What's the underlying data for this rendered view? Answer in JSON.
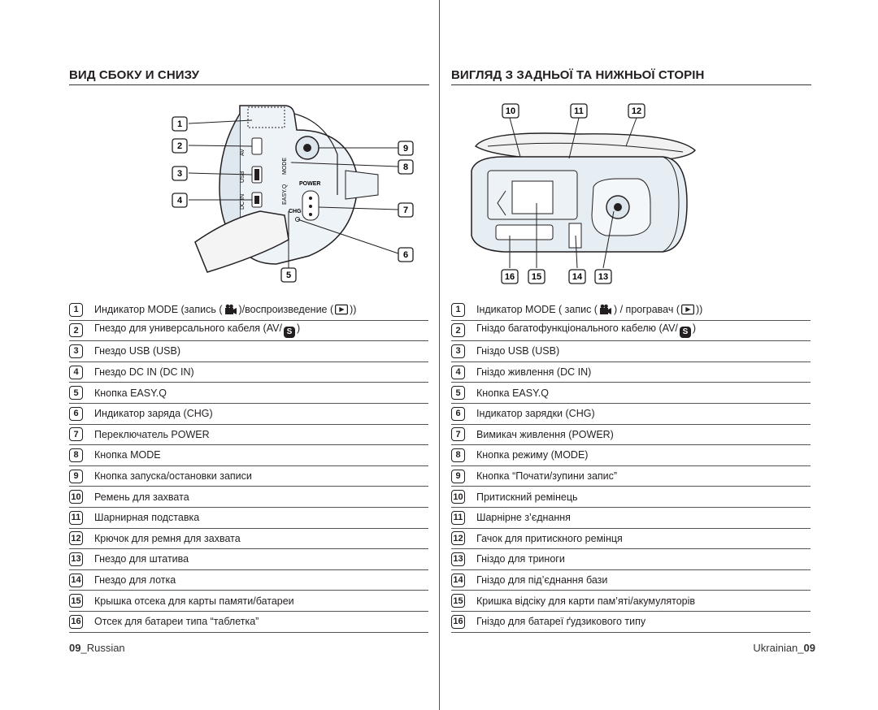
{
  "left": {
    "heading": "ВИД СБОКУ И СНИЗУ",
    "items": [
      {
        "n": "1",
        "pre": "Индикатор MODE  (запись (",
        "post": ")/воспроизведение (",
        "tail": "))"
      },
      {
        "n": "2",
        "pre": "Гнездо для универсального кабеля (AV/",
        "post": ")"
      },
      {
        "n": "3",
        "text": "Гнездо USB (USB)"
      },
      {
        "n": "4",
        "text": "Гнездо DC IN (DC IN)"
      },
      {
        "n": "5",
        "text": "Кнопка EASY.Q"
      },
      {
        "n": "6",
        "text": "Индикатор заряда (CHG)"
      },
      {
        "n": "7",
        "text": "Переключатель POWER"
      },
      {
        "n": "8",
        "text": "Кнопка MODE"
      },
      {
        "n": "9",
        "text": "Кнопка запуска/остановки записи"
      },
      {
        "n": "10",
        "text": "Ремень для захвата"
      },
      {
        "n": "11",
        "text": "Шарнирная подставка"
      },
      {
        "n": "12",
        "text": "Крючок для ремня для захвата"
      },
      {
        "n": "13",
        "text": "Гнездо для штатива"
      },
      {
        "n": "14",
        "text": "Гнездо для лотка"
      },
      {
        "n": "15",
        "text": "Крышка отсека для карты памяти/батареи"
      },
      {
        "n": "16",
        "text": "Отсек для батареи типа “таблетка”"
      }
    ],
    "footer_num": "09",
    "footer_lang": "_Russian"
  },
  "right": {
    "heading": "ВИГЛЯД З ЗАДНЬОЇ ТА НИЖНЬОЇ СТОРІН",
    "items": [
      {
        "n": "1",
        "pre": "Індикатор MODE ( запис (",
        "post": ") / програвач (",
        "tail": "))"
      },
      {
        "n": "2",
        "pre": "Гніздо багатофункціонального кабелю (AV/",
        "post": ")"
      },
      {
        "n": "3",
        "text": "Гніздо USB (USB)"
      },
      {
        "n": "4",
        "text": "Гніздо живлення (DC IN)"
      },
      {
        "n": "5",
        "text": "Кнопка EASY.Q"
      },
      {
        "n": "6",
        "text": "Індикатор зарядки (CHG)"
      },
      {
        "n": "7",
        "text": "Вимикач живлення (POWER)"
      },
      {
        "n": "8",
        "text": "Кнопка режиму (MODE)"
      },
      {
        "n": "9",
        "text": "Кнопка “Почати/зупини запис”"
      },
      {
        "n": "10",
        "text": "Притискний ремінець"
      },
      {
        "n": "11",
        "text": "Шарнірне з’єднання"
      },
      {
        "n": "12",
        "text": "Гачок для притискного ремінця"
      },
      {
        "n": "13",
        "text": "Гніздо для триноги"
      },
      {
        "n": "14",
        "text": "Гніздо для під’єднання бази"
      },
      {
        "n": "15",
        "text": "Кришка відсіку для карти пам’яті/акумуляторів"
      },
      {
        "n": "16",
        "text": "Гніздо для батареї ґудзикового типу"
      }
    ],
    "footer_lang": "Ukrainian_",
    "footer_num": "09"
  },
  "illustration_labels": {
    "power": "POWER",
    "mode": "MODE",
    "easyq": "EASY.Q",
    "chg": "CHG",
    "av": "AV",
    "usb": "USB",
    "dcin": "DC IN",
    "av_symbol": "S"
  },
  "left_callouts": [
    "1",
    "2",
    "3",
    "4",
    "5",
    "6",
    "7",
    "8",
    "9"
  ],
  "right_callouts": [
    "10",
    "11",
    "12",
    "16",
    "15",
    "14",
    "13"
  ]
}
